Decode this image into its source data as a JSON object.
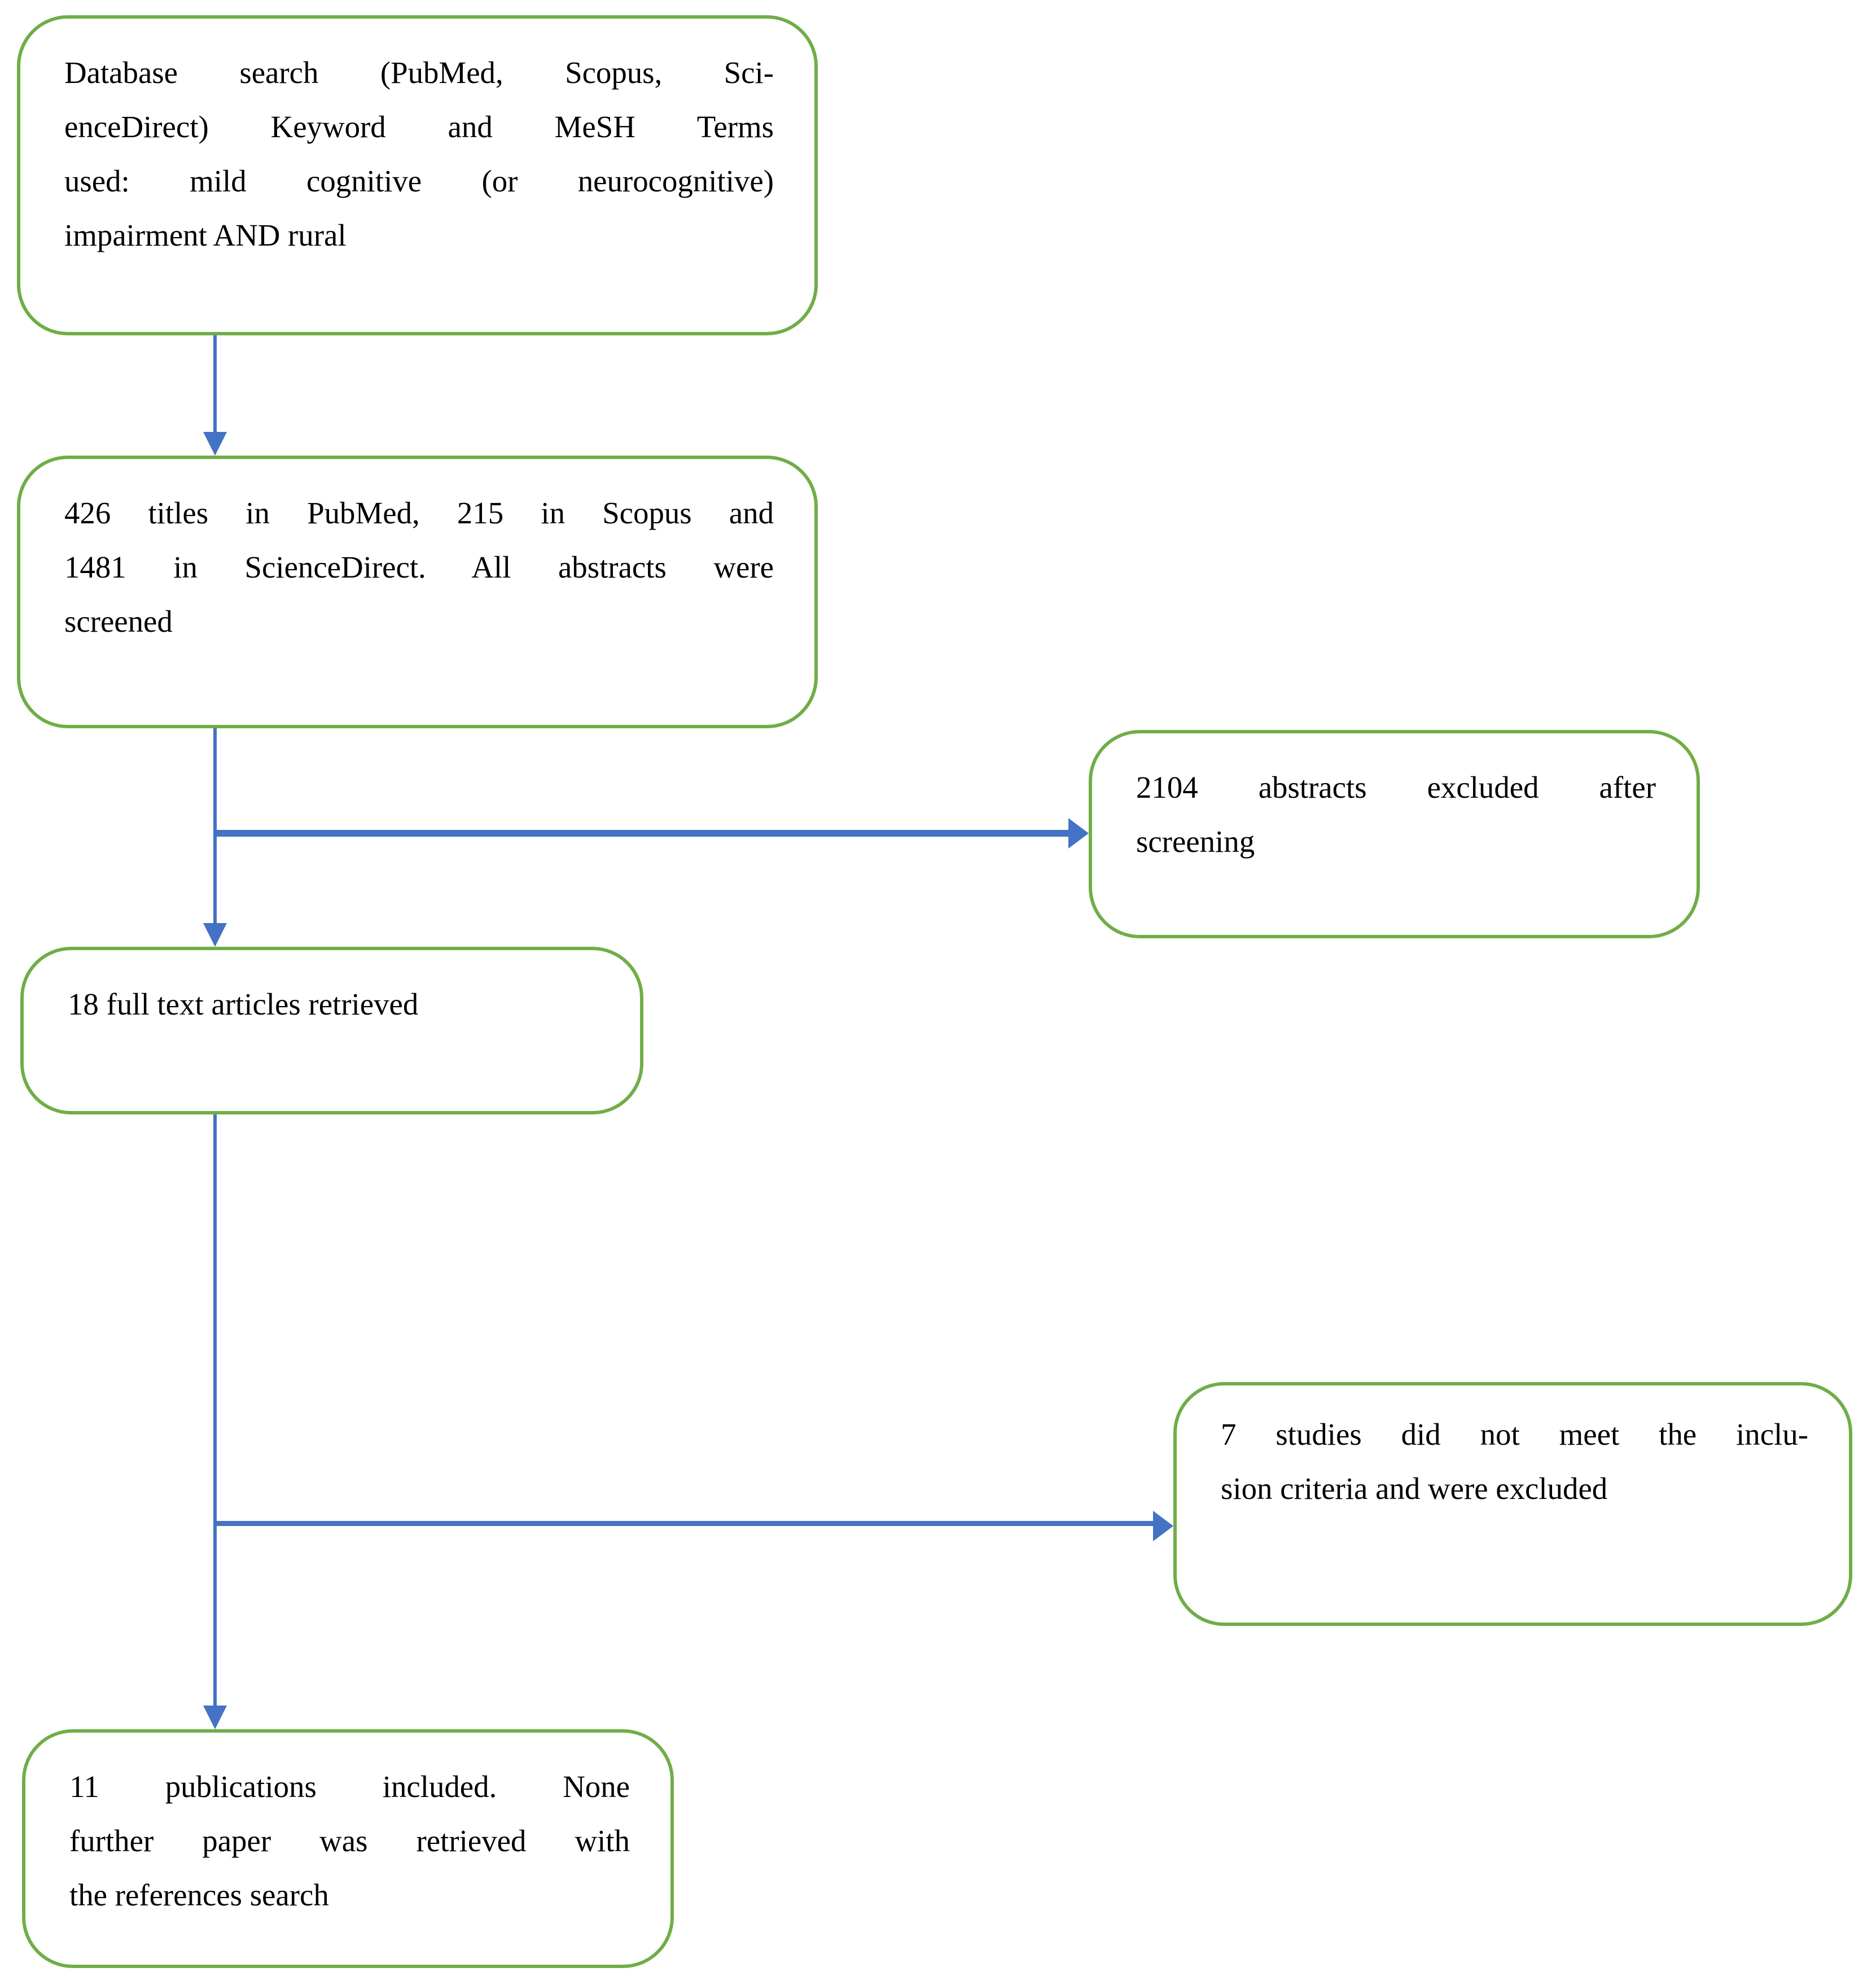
{
  "diagram": {
    "type": "flowchart",
    "colors": {
      "box_border": "#70ad47",
      "arrow": "#4472c4",
      "text": "#000000",
      "background": "#ffffff"
    },
    "nodes": {
      "database_search": {
        "lines": [
          "Database search (PubMed, Scopus, Sci-",
          "enceDirect) Keyword and MeSH Terms",
          "used: mild cognitive (or neurocognitive)",
          "impairment AND rural"
        ]
      },
      "titles_screened": {
        "lines": [
          "426 titles in PubMed, 215 in Scopus and",
          "1481 in ScienceDirect. All abstracts were",
          "screened"
        ]
      },
      "abstracts_excluded": {
        "lines": [
          "2104 abstracts excluded after",
          "screening"
        ]
      },
      "fulltext_retrieved": {
        "lines": [
          "18 full text articles retrieved"
        ]
      },
      "studies_excluded": {
        "lines": [
          "7 studies did not meet the inclu-",
          "sion criteria and were excluded"
        ]
      },
      "publications_included": {
        "lines": [
          "11 publications included. None",
          "further paper was retrieved with",
          "the references search"
        ]
      }
    }
  }
}
